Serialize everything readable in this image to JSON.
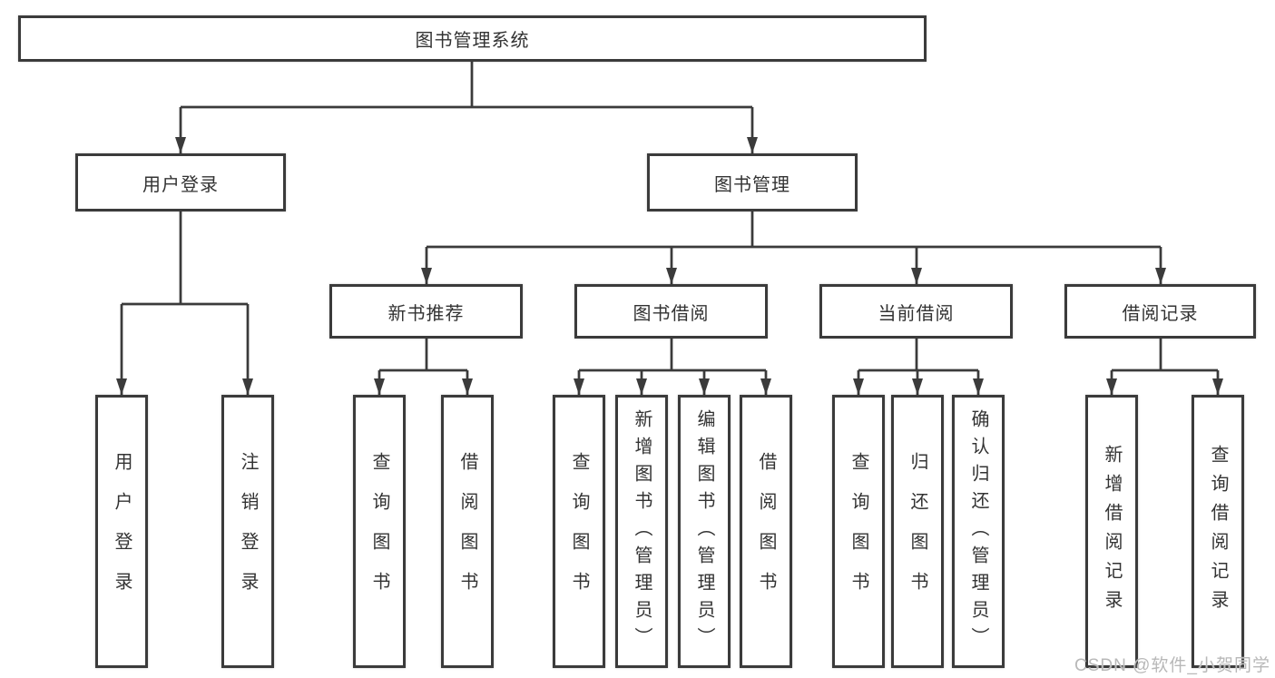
{
  "root": {
    "label": "图书管理系统"
  },
  "branches": [
    {
      "label": "用户登录",
      "leaves": [
        {
          "label": "用户登录"
        },
        {
          "label": "注销登录"
        }
      ]
    },
    {
      "label": "图书管理",
      "groups": [
        {
          "label": "新书推荐",
          "leaves": [
            {
              "label": "查询图书"
            },
            {
              "label": "借阅图书"
            }
          ]
        },
        {
          "label": "图书借阅",
          "leaves": [
            {
              "label": "查询图书"
            },
            {
              "label": "新增图书（管理员）"
            },
            {
              "label": "编辑图书（管理员）"
            },
            {
              "label": "借阅图书"
            }
          ]
        },
        {
          "label": "当前借阅",
          "leaves": [
            {
              "label": "查询图书"
            },
            {
              "label": "归还图书"
            },
            {
              "label": "确认归还（管理员）"
            }
          ]
        },
        {
          "label": "借阅记录",
          "leaves": [
            {
              "label": "新增借阅记录"
            },
            {
              "label": "查询借阅记录"
            }
          ]
        }
      ]
    }
  ],
  "watermark": {
    "text": "CSDN @软件_小贺同学"
  },
  "colors": {
    "line": "#3b3b3b",
    "box_border": "#3b3b3b",
    "text": "#333333",
    "watermark": "#b8b8b8",
    "background": "#ffffff"
  }
}
